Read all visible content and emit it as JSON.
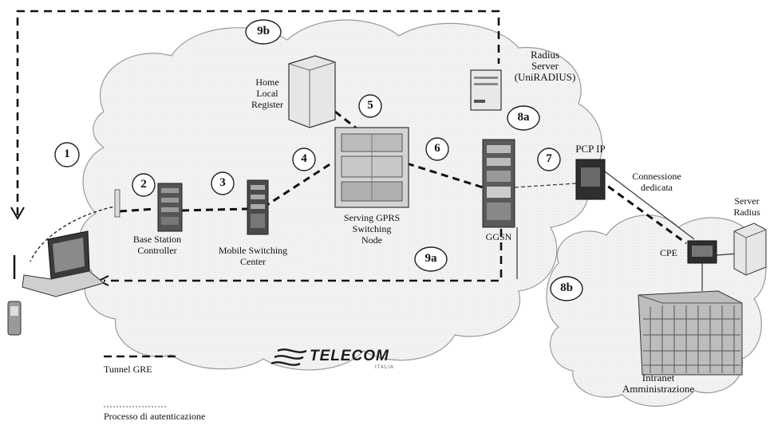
{
  "labels": {
    "hlr": "Home\nLocal\nRegister",
    "radius_top": "Radius\nServer\n(UniRADIUS)",
    "pcp": "PCP IP",
    "connessione": "Connessione\ndedicata",
    "server_radius": "Server\nRadius",
    "bsc": "Base Station\nController",
    "msc": "Mobile Switching\nCenter",
    "sgsn": "Serving GPRS\nSwitching\nNode",
    "ggsn": "GGSN",
    "cpe": "CPE",
    "intranet": "Intranet\nAmministrazione",
    "tunnel": "Tunnel GRE",
    "processo": "Processo di autenticazione",
    "logo": "TELECOM",
    "logo_sub": "ITALIA"
  },
  "numbers": {
    "n1": "1",
    "n2": "2",
    "n3": "3",
    "n4": "4",
    "n5": "5",
    "n6": "6",
    "n7": "7",
    "n8a": "8a",
    "n8b": "8b",
    "n9a": "9a",
    "n9b": "9b"
  }
}
